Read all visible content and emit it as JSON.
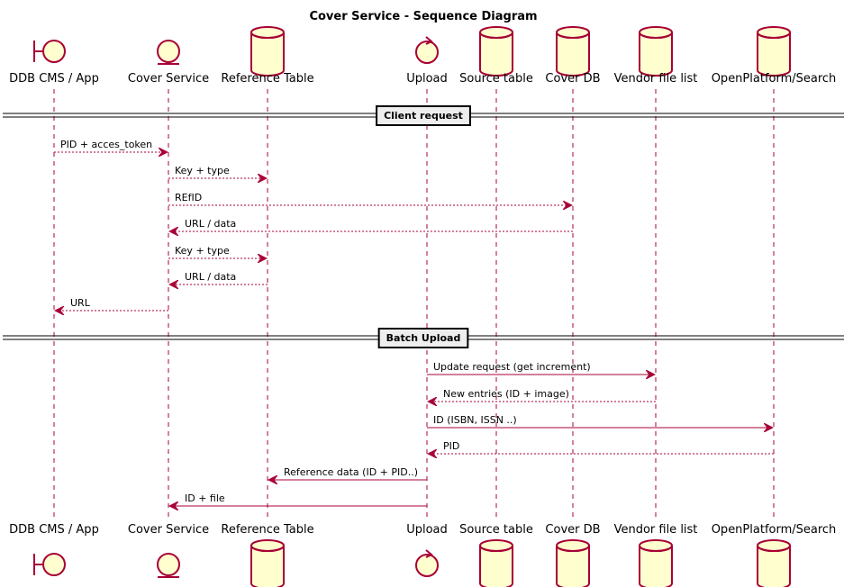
{
  "diagram": {
    "title": "Cover Service - Sequence Diagram",
    "colors": {
      "line": "#A80036",
      "fill": "#FEFECE",
      "text": "#000000"
    },
    "participants": [
      {
        "id": "app",
        "label": "DDB CMS / App",
        "kind": "boundary",
        "icon": "boundary-icon"
      },
      {
        "id": "svc",
        "label": "Cover Service",
        "kind": "entity",
        "icon": "entity-icon"
      },
      {
        "id": "ref",
        "label": "Reference Table",
        "kind": "database",
        "icon": "database-icon"
      },
      {
        "id": "up",
        "label": "Upload",
        "kind": "control",
        "icon": "control-icon"
      },
      {
        "id": "src",
        "label": "Source table",
        "kind": "database",
        "icon": "database-icon"
      },
      {
        "id": "cdb",
        "label": "Cover DB",
        "kind": "database",
        "icon": "database-icon"
      },
      {
        "id": "vfl",
        "label": "Vendor file list",
        "kind": "database",
        "icon": "database-icon"
      },
      {
        "id": "ops",
        "label": "OpenPlatform/Search",
        "kind": "database",
        "icon": "database-icon"
      }
    ],
    "sections": [
      {
        "label": "Client request",
        "messages": [
          {
            "from": "app",
            "to": "svc",
            "label": "PID + acces_token",
            "style": "dashed"
          },
          {
            "from": "svc",
            "to": "ref",
            "label": "Key + type",
            "style": "dashed"
          },
          {
            "from": "svc",
            "to": "cdb",
            "label": "REfID",
            "style": "dashed"
          },
          {
            "from": "cdb",
            "to": "svc",
            "label": "URL / data",
            "style": "dashed"
          },
          {
            "from": "svc",
            "to": "ref",
            "label": "Key + type",
            "style": "dashed"
          },
          {
            "from": "ref",
            "to": "svc",
            "label": "URL / data",
            "style": "dashed"
          },
          {
            "from": "svc",
            "to": "app",
            "label": "URL",
            "style": "dashed"
          }
        ]
      },
      {
        "label": "Batch Upload",
        "messages": [
          {
            "from": "up",
            "to": "vfl",
            "label": "Update request (get increment)",
            "style": "solid"
          },
          {
            "from": "vfl",
            "to": "up",
            "label": "New entries (ID + image)",
            "style": "dashed"
          },
          {
            "from": "up",
            "to": "ops",
            "label": "ID (ISBN, ISSN ..)",
            "style": "solid"
          },
          {
            "from": "ops",
            "to": "up",
            "label": "PID",
            "style": "dashed"
          },
          {
            "from": "up",
            "to": "ref",
            "label": "Reference data (ID + PID..)",
            "style": "solid"
          },
          {
            "from": "up",
            "to": "svc",
            "label": "ID + file",
            "style": "solid"
          }
        ]
      }
    ]
  }
}
